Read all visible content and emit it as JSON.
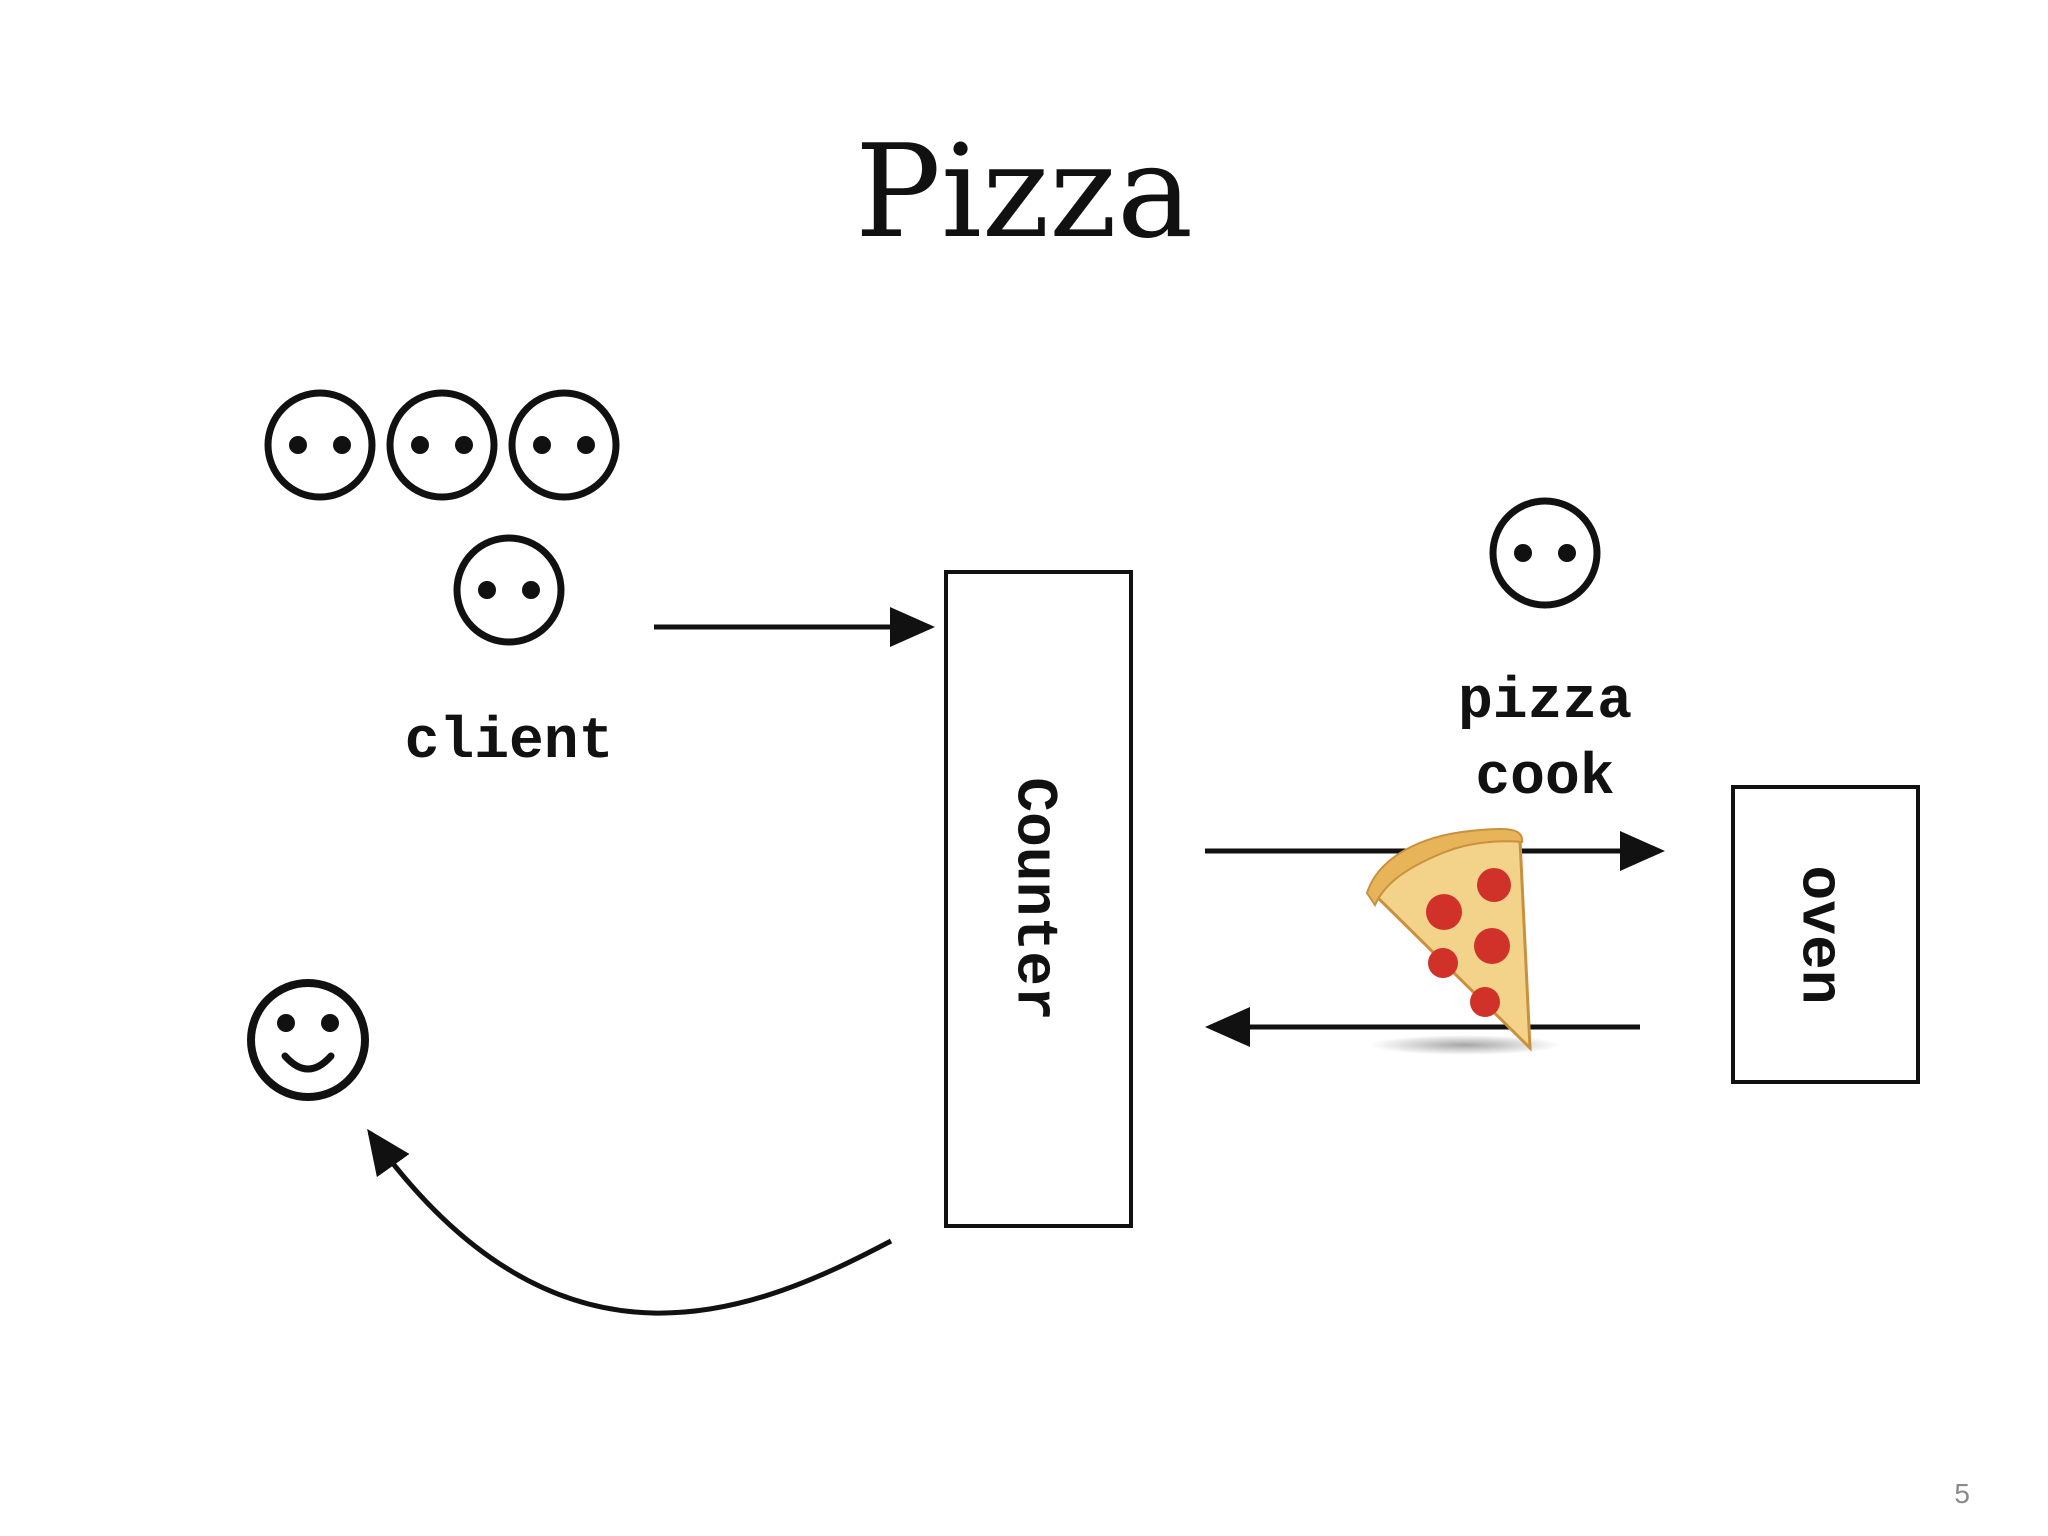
{
  "slide": {
    "title": "Pizza",
    "page_number": "5"
  },
  "diagram": {
    "client_label": "client",
    "cook_label_line1": "pizza",
    "cook_label_line2": "cook",
    "counter_label": "Counter",
    "oven_label": "oven"
  },
  "icons": {
    "waiting_face": "neutral-face-icon",
    "happy_face": "smiling-face-icon",
    "pizza": "pizza-slice-icon"
  },
  "colors": {
    "ink": "#111111",
    "pizza_crust": "#e8b45a",
    "pizza_cheese": "#f3d28a",
    "pepperoni": "#d0322a"
  }
}
